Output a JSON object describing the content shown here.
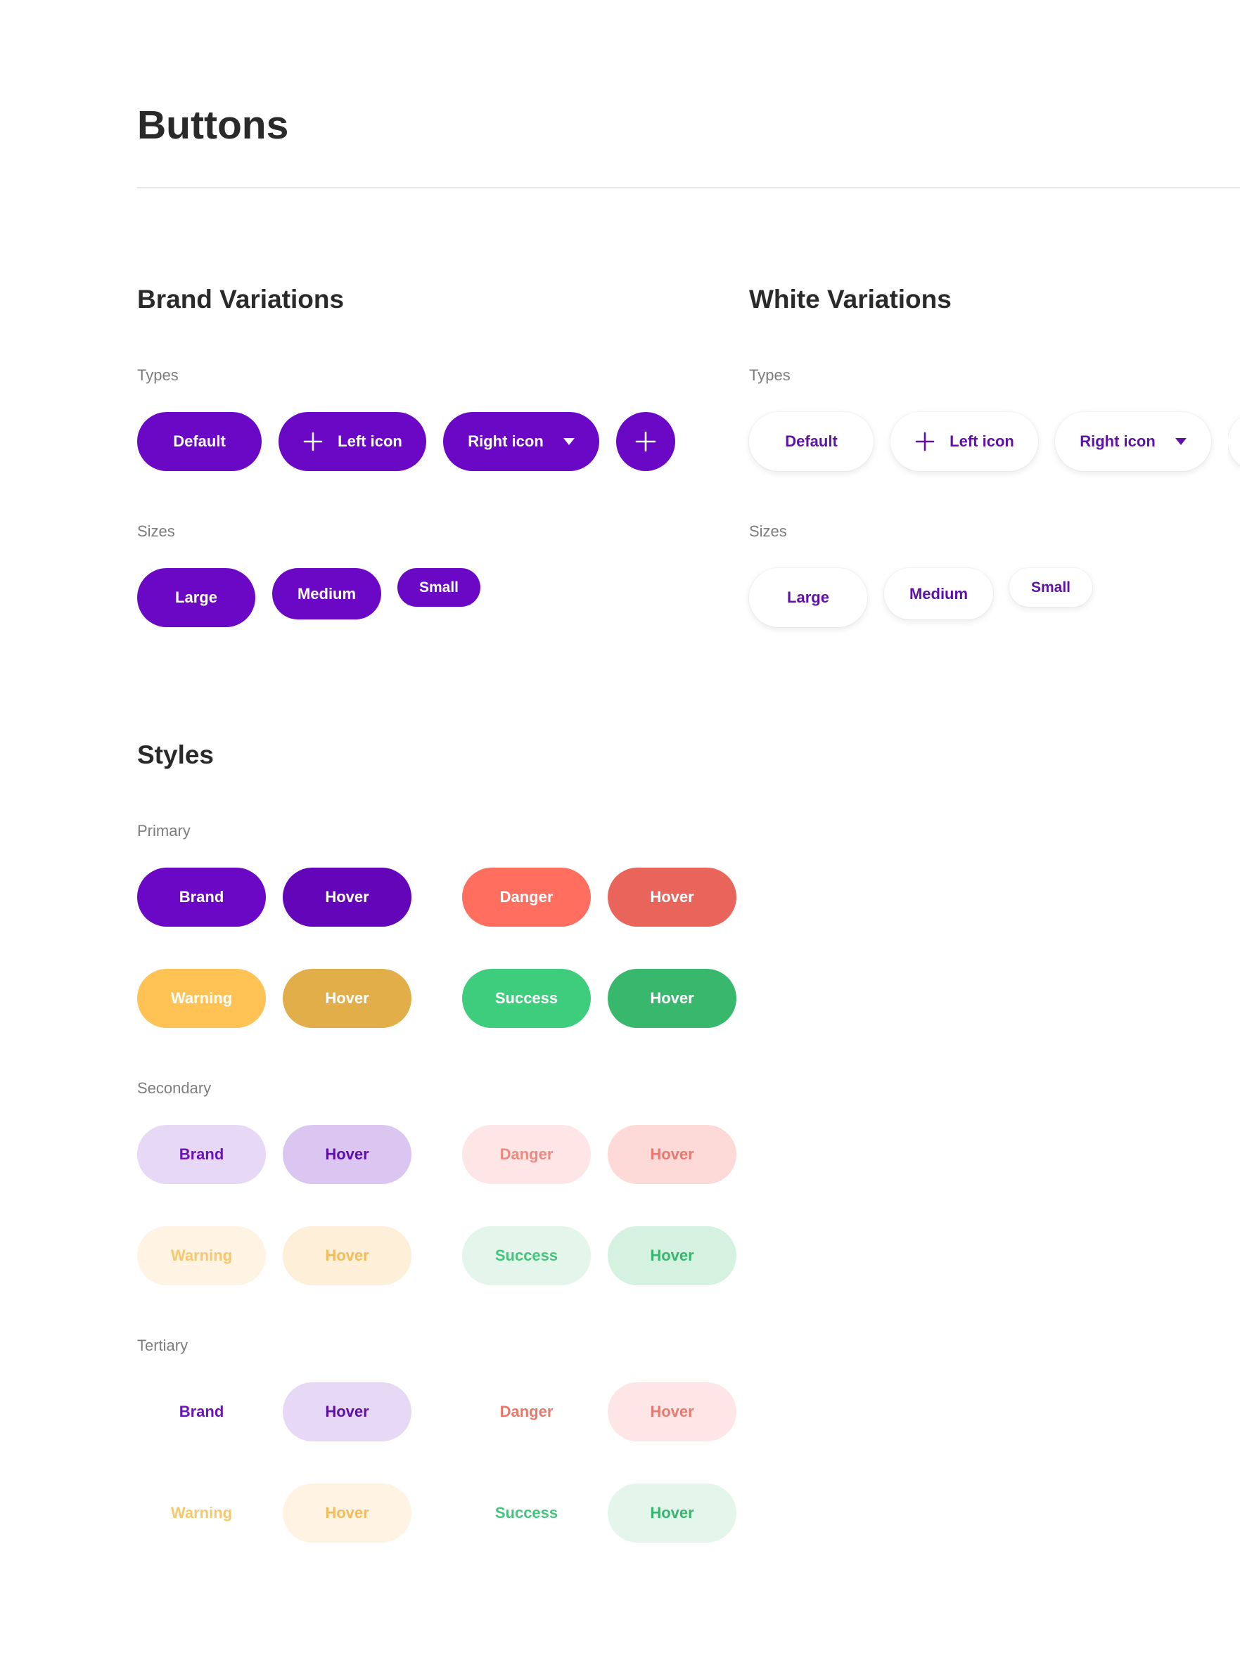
{
  "page": {
    "title": "Buttons"
  },
  "brand": {
    "title": "Brand Variations",
    "types_label": "Types",
    "sizes_label": "Sizes",
    "types": {
      "default": "Default",
      "left_icon": "Left icon",
      "right_icon": "Right icon"
    },
    "sizes": {
      "large": "Large",
      "medium": "Medium",
      "small": "Small"
    }
  },
  "white": {
    "title": "White Variations",
    "types_label": "Types",
    "sizes_label": "Sizes",
    "types": {
      "default": "Default",
      "left_icon": "Left icon",
      "right_icon": "Right icon"
    },
    "sizes": {
      "large": "Large",
      "medium": "Medium",
      "small": "Small"
    }
  },
  "styles": {
    "title": "Styles",
    "primary": {
      "label": "Primary",
      "buttons": [
        {
          "label": "Brand",
          "bg": "#6b08c5",
          "fg": "#ffffff"
        },
        {
          "label": "Hover",
          "bg": "#6305b8",
          "fg": "#ffffff"
        },
        {
          "label": "Danger",
          "bg": "#ff6e5e",
          "fg": "#ffffff"
        },
        {
          "label": "Hover",
          "bg": "#e9645b",
          "fg": "#ffffff"
        },
        {
          "label": "Warning",
          "bg": "#ffc255",
          "fg": "#ffffff"
        },
        {
          "label": "Hover",
          "bg": "#e2ae4a",
          "fg": "#ffffff"
        },
        {
          "label": "Success",
          "bg": "#3ecd7c",
          "fg": "#ffffff"
        },
        {
          "label": "Hover",
          "bg": "#38b86c",
          "fg": "#ffffff"
        }
      ]
    },
    "secondary": {
      "label": "Secondary",
      "buttons": [
        {
          "label": "Brand",
          "bg": "#e7d8f6",
          "fg": "#6a16b4"
        },
        {
          "label": "Hover",
          "bg": "#dbc6f1",
          "fg": "#5e0fa6"
        },
        {
          "label": "Danger",
          "bg": "#ffe6e6",
          "fg": "#ea8a80"
        },
        {
          "label": "Hover",
          "bg": "#fddad7",
          "fg": "#e67a70"
        },
        {
          "label": "Warning",
          "bg": "#fff3e3",
          "fg": "#f5c86e"
        },
        {
          "label": "Hover",
          "bg": "#fdefd8",
          "fg": "#f1bd5c"
        },
        {
          "label": "Success",
          "bg": "#e4f6ec",
          "fg": "#45c47e"
        },
        {
          "label": "Hover",
          "bg": "#d5f2e1",
          "fg": "#38b56f"
        }
      ]
    },
    "tertiary": {
      "label": "Tertiary",
      "buttons": [
        {
          "label": "Brand",
          "bg": "transparent",
          "fg": "#6a16b4"
        },
        {
          "label": "Hover",
          "bg": "#e7d8f6",
          "fg": "#5e0fa6"
        },
        {
          "label": "Danger",
          "bg": "transparent",
          "fg": "#e7796d"
        },
        {
          "label": "Hover",
          "bg": "#ffe6e6",
          "fg": "#e67a70"
        },
        {
          "label": "Warning",
          "bg": "transparent",
          "fg": "#f5c86e"
        },
        {
          "label": "Hover",
          "bg": "#fff3e3",
          "fg": "#f1bd5c"
        },
        {
          "label": "Success",
          "bg": "transparent",
          "fg": "#45c47e"
        },
        {
          "label": "Hover",
          "bg": "#e4f6ec",
          "fg": "#38b56f"
        }
      ]
    }
  },
  "icons": {
    "plus": "plus-icon",
    "caret": "caret-down-icon"
  },
  "colors": {
    "brand": "#6b08c5",
    "white_text": "#5d12a8"
  }
}
